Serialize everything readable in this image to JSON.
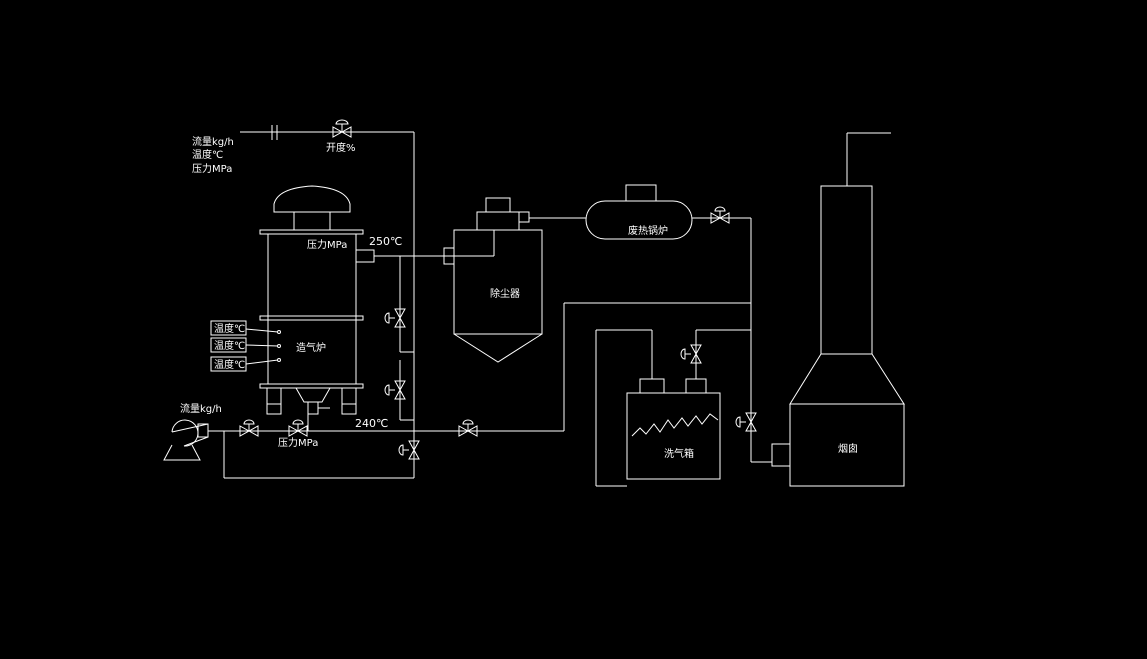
{
  "colors": {
    "background": "#000000",
    "line": "#ffffff"
  },
  "labels": {
    "top_flow": "流量kg/h",
    "top_temp": "温度℃",
    "top_pressure": "压力MPa",
    "opening": "开度%",
    "reactor_pressure": "压力MPa",
    "temp_250": "250℃",
    "temp_240": "240℃",
    "zone_temp_1": "温度℃",
    "zone_temp_2": "温度℃",
    "zone_temp_3": "温度℃",
    "gasifier": "造气炉",
    "blower_flow": "流量kg/h",
    "bottom_pressure": "压力MPa",
    "dust_collector": "除尘器",
    "waste_heat_boiler": "废热锅炉",
    "scrubber": "洗气箱",
    "chimney": "烟囱"
  }
}
